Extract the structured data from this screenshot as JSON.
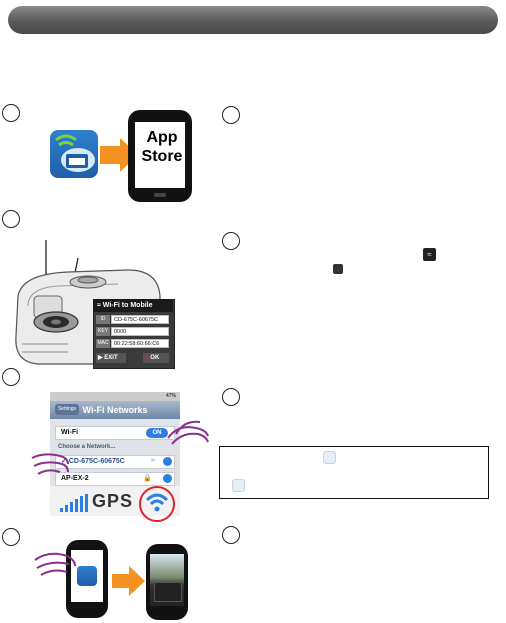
{
  "camera_panel": {
    "title": "Wi-Fi to Mobile",
    "fields": [
      {
        "label": "ID",
        "value": "CD-675C-60675C"
      },
      {
        "label": "KEY",
        "value": "0000"
      },
      {
        "label": "MAC",
        "value": "00:22:58:60:66:C6"
      }
    ],
    "exit_label": "EXIT",
    "ok_label": "OK"
  },
  "app_store": {
    "line1": "App",
    "line2": "Store"
  },
  "ios_screen": {
    "status_battery": "47%",
    "back_label": "Settings",
    "title": "Wi-Fi Networks",
    "wifi_label": "Wi-Fi",
    "wifi_toggle": "ON",
    "choose_label": "Choose a Network...",
    "networks": [
      {
        "name": "CD-675C-60675C",
        "selected": true
      },
      {
        "name": "AP-EX-2",
        "selected": false
      }
    ],
    "gps_label": "GPS"
  },
  "colors": {
    "accent_blue": "#2a7fe0",
    "arrow_orange": "#f39220",
    "hand_purple": "#8a2f8f",
    "highlight_red": "#e0232a"
  }
}
